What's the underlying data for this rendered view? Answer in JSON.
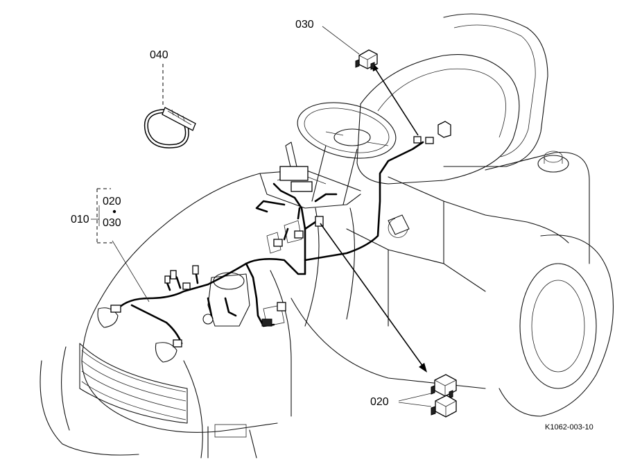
{
  "callouts": {
    "p010": "010",
    "p020_group": "020",
    "p030_group": "030",
    "p030_top": "030",
    "p040": "040",
    "p020_bottom": "020"
  },
  "figure_ref": "K1062-003-10"
}
